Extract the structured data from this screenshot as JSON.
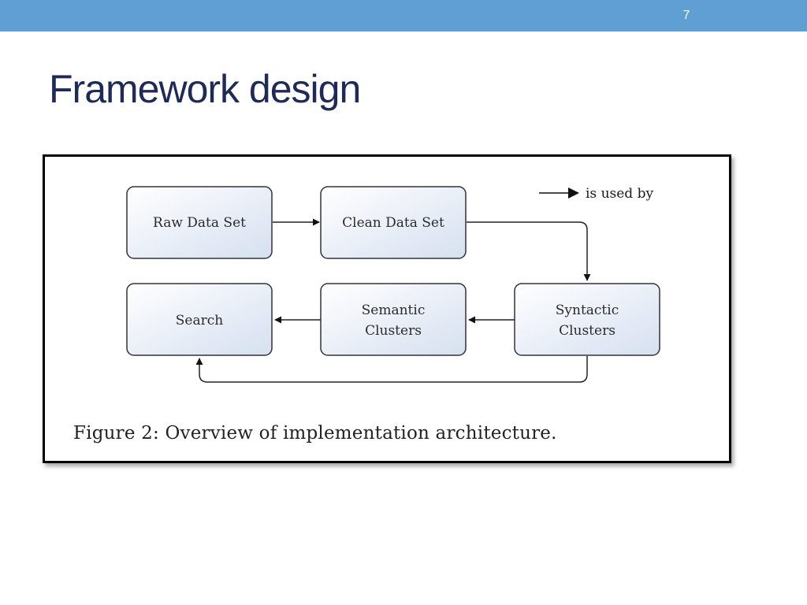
{
  "slide": {
    "number": "7",
    "title": "Framework design"
  },
  "colors": {
    "top_bar": "#5f9fd3",
    "title": "#1f2a55",
    "node_fill_start": "#ffffff",
    "node_fill_end": "#d6e0f0"
  },
  "figure": {
    "legend": {
      "label": "is used by"
    },
    "nodes": {
      "raw_data_set": "Raw Data Set",
      "clean_data_set": "Clean Data Set",
      "syntactic_line1": "Syntactic",
      "syntactic_line2": "Clusters",
      "semantic_line1": "Semantic",
      "semantic_line2": "Clusters",
      "search": "Search"
    },
    "edges": [
      {
        "from": "Raw Data Set",
        "to": "Clean Data Set"
      },
      {
        "from": "Clean Data Set",
        "to": "Syntactic Clusters"
      },
      {
        "from": "Syntactic Clusters",
        "to": "Semantic Clusters"
      },
      {
        "from": "Semantic Clusters",
        "to": "Search"
      },
      {
        "from": "Syntactic Clusters",
        "to": "Search"
      }
    ],
    "caption": "Figure 2:  Overview of implementation architecture."
  }
}
